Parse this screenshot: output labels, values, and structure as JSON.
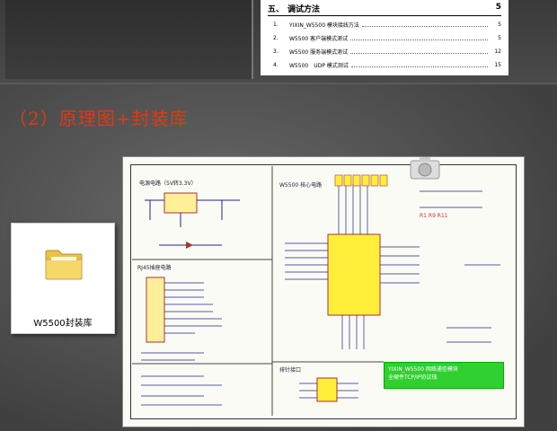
{
  "toc": {
    "header": {
      "number": "五、",
      "title": "调试方法",
      "page": "5"
    },
    "items": [
      {
        "num": "1.",
        "text": "YIXIN_W5500 模块接线方法",
        "page": "5"
      },
      {
        "num": "2.",
        "text": "W5500 客户端模式测试",
        "page": "5"
      },
      {
        "num": "3.",
        "text": "W5500 服务端模式测试",
        "page": "12"
      },
      {
        "num": "4.",
        "text": "W5500　UDP 模式测试",
        "page": "15"
      }
    ]
  },
  "section_title": "（2）原理图+封装库",
  "folder": {
    "label": "W5500封装库",
    "icon": "folder-icon"
  },
  "schematic": {
    "power_label": "电源电路（5V转3.3V）",
    "core_label": "W5500 核心电路",
    "rj45_label": "RJ45插座电路",
    "header_label": "排针接口",
    "resistor_note": "R1 R9 R11",
    "title_block_line1": "YIXIN_W5500 网络通信模块",
    "title_block_line2": "全硬件TCP/IP协议栈"
  },
  "colors": {
    "section_title": "#e03a10",
    "title_block": "#2fd02f"
  }
}
